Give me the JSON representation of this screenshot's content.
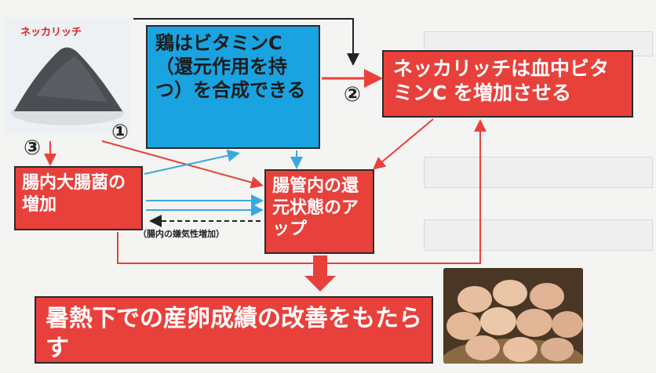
{
  "product_label": "ネッカリッチ",
  "boxes": {
    "vitamin_c": "鶏はビタミンC（還元作用を持つ）を合成できる",
    "blood_vitamin": "ネッカリッチは血中ビタミンC を増加させる",
    "gut_bacteria": "腸内大腸菌の増加",
    "reduction": "腸管内の還元状態のアップ",
    "result": "暑熱下での産卵成績の改善をもたらす"
  },
  "markers": {
    "one": "①",
    "two": "②",
    "three": "③"
  },
  "note": "（腸内の嫌気性増加）",
  "colors": {
    "red_box": "#e8413c",
    "blue_box": "#19a3e0",
    "red_arrow": "#e8413c",
    "blue_arrow": "#3aa8e0",
    "black_arrow": "#222222"
  }
}
